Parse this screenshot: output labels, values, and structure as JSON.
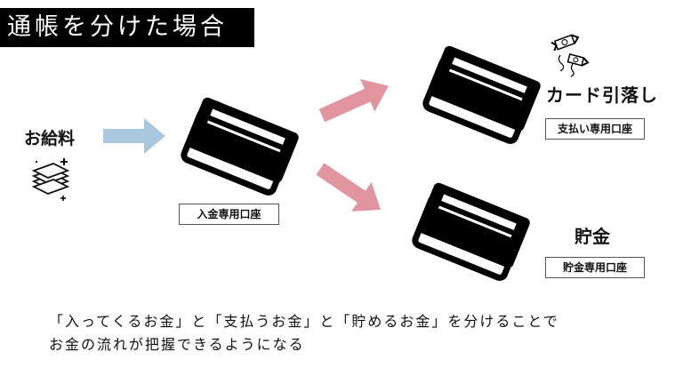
{
  "title": "通帳を分けた場合",
  "source": {
    "label": "お給料",
    "icon": "money-stack-icon"
  },
  "accounts": {
    "deposit": {
      "label": "入金専用口座"
    },
    "payment": {
      "heading": "カード引落し",
      "label": "支払い専用口座",
      "icon": "flying-money-icon"
    },
    "savings": {
      "heading": "貯金",
      "label": "貯金専用口座"
    }
  },
  "caption": {
    "line1": "「入ってくるお金」と「支払うお金」と「貯めるお金」を分けることで",
    "line2": "お金の流れが把握できるようになる"
  },
  "colors": {
    "inflow_arrow": "#a9c8e0",
    "outflow_arrow": "#e0959f"
  }
}
